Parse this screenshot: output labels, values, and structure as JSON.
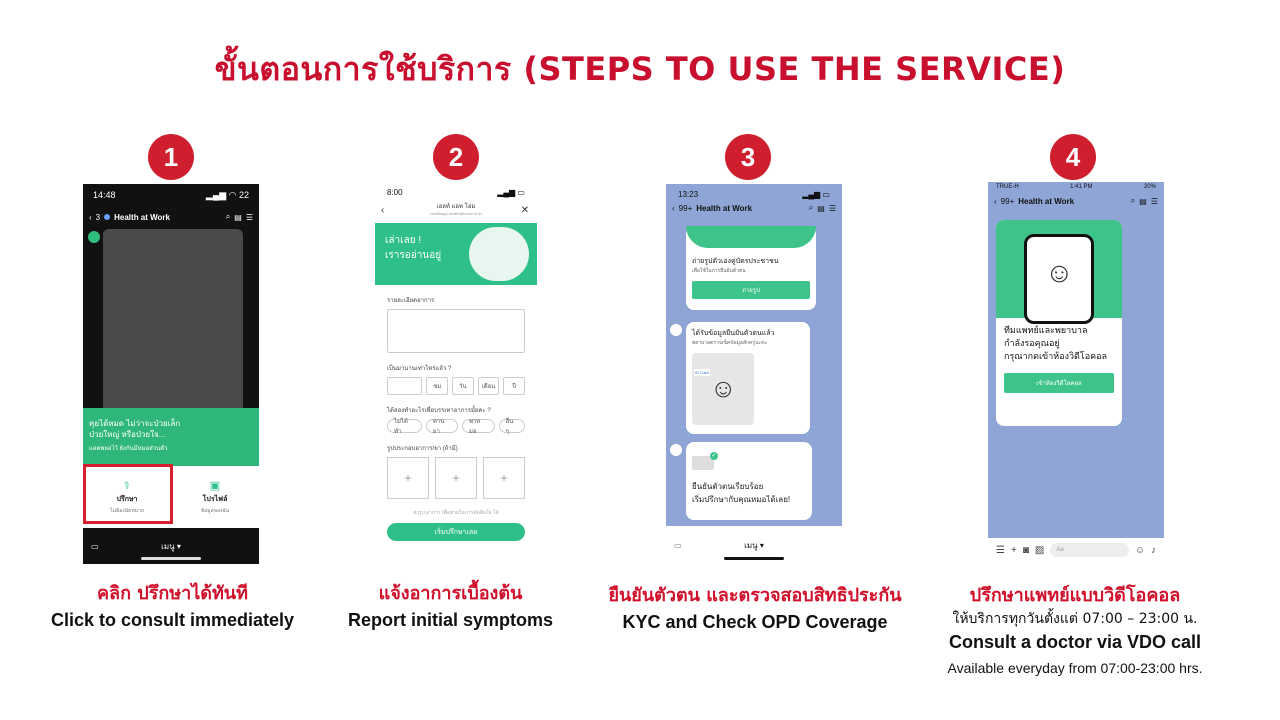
{
  "title": "ขั้นตอนการใช้บริการ (STEPS TO USE THE SERVICE)",
  "steps": [
    {
      "number": "1",
      "caption_th": "คลิก ปรึกษาได้ทันที",
      "caption_en": "Click to consult immediately",
      "phone": {
        "time": "14:48",
        "battery": "22",
        "back_count": "3",
        "chat_name": "Health at Work",
        "banner_line1": "คุยได้หมด ไม่ว่าจะป่วยเล็ก",
        "banner_line2": "ป่วยใหญ่ หรือป่วยใจ...",
        "banner_small": "แอดพยอไว้ ยังกันมีหมอส่วนตัว",
        "menu_consult": "ปรึกษา",
        "menu_consult_sub": "ไม่ต้องนัดหมาย",
        "menu_profile": "โปรไฟล์",
        "menu_profile_sub": "ข้อมูลของฉัน",
        "bottom_menu": "เมนู ▾"
      }
    },
    {
      "number": "2",
      "caption_th": "แจ้งอาการเบื้องต้น",
      "caption_en": "Report initial symptoms",
      "phone": {
        "time": "8:00",
        "header": "เฮลท์ แอท โฮม",
        "header_sub": "healthapp.healthathome.in.th",
        "banner_line1": "เล่าเลย !",
        "banner_line2": "เรารออ่านอยู่",
        "label_symptoms": "รายละเอียดอาการ",
        "label_duration": "เป็นมานานเท่าไหร่แล้ว ?",
        "dur_options": [
          "ชม",
          "วัน",
          "เดือน",
          "ปี"
        ],
        "label_tried": "ได้ลองทำอะไรเพื่อบรรเทาอาการมั้ยคะ ?",
        "chips": [
          "ไม่ได้ทำ",
          "ทานยา",
          "พาหมอ",
          "อื่น ๆ"
        ],
        "label_photo": "รูปประกอบอาการ/ยา (ถ้ามี)",
        "photo_plus": "+",
        "note": "ส่งรูป อาการ เพื่อช่วยในการตัดสินใจ ได้",
        "start_button": "เริ่มปรึกษาเลย"
      }
    },
    {
      "number": "3",
      "caption_th": "ยืนยันตัวตน และตรวจสอบสิทธิประกัน",
      "caption_en": "KYC and Check OPD Coverage",
      "phone": {
        "time": "13:23",
        "back_count": "99+",
        "chat_name": "Health at Work",
        "card1_title": "ถ่ายรูปตัวเองคู่บัตรประชาชน",
        "card1_sub": "เพื่อใช้ในการยืนยันตัวตน",
        "card1_button": "ถ่ายรูป",
        "card2_title": "ได้รับข้อมูลยืนยันตัวตนแล้ว",
        "card2_sub": "พยาบาลตรวจเช็คข้อมูลสักครู่นะคะ",
        "id_card_label": "ID Card",
        "card3_line1": "ยืนยันตัวตนเรียบร้อย",
        "card3_line2": "เริ่มปรึกษากับคุณหมอได้เลย!",
        "bottom_menu": "เมนู ▾"
      }
    },
    {
      "number": "4",
      "caption_th": "ปรึกษาแพทย์แบบวิดีโอคอล",
      "caption_small_th": "ให้บริการทุกวันตั้งแต่ 07:00 – 23:00 น.",
      "caption_en": "Consult a doctor via VDO call",
      "caption_small_en": "Available everyday from 07:00-23:00 hrs.",
      "phone": {
        "carrier": "TRUE-H",
        "time": "1:41 PM",
        "battery": "20%",
        "back_count": "99+",
        "chat_name": "Health at Work",
        "card_line1": "ทีมแพทย์และพยาบาล",
        "card_line2": "กำลังรอคุณอยู่",
        "card_line3": "กรุณากดเข้าห้องวิดีโอคอล",
        "card_button": "เข้าห้องวิดีโอคอล",
        "input_placeholder": "Aa"
      }
    }
  ],
  "colors": {
    "accent": "#c8102e",
    "green": "#2fbf8a",
    "chat_bg": "#8fa5d6"
  }
}
